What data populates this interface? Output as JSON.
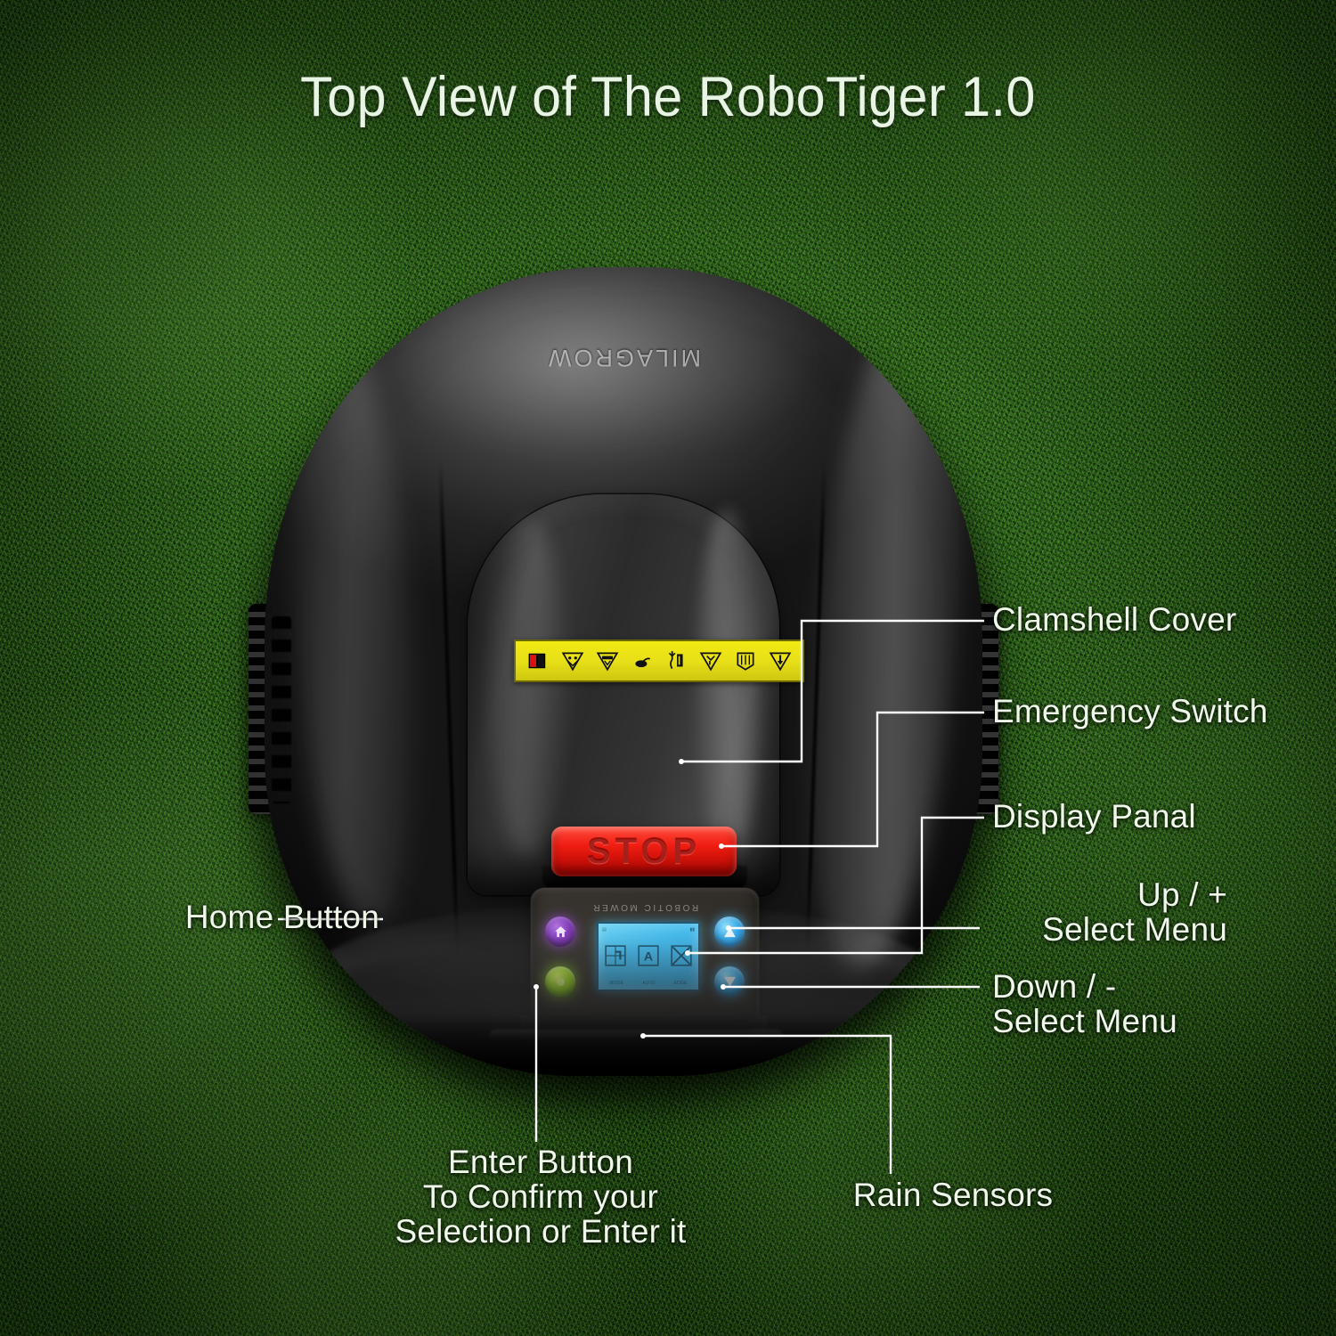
{
  "title": "Top View of The RoboTiger 1.0",
  "product": {
    "brand_logo": "MILAGROW",
    "stop_button_label": "STOP",
    "panel_header": "ROBOTIC MOWER",
    "lcd": {
      "status_left": "▤",
      "status_right": "▮▮",
      "icons": [
        "plan-map-icon",
        "auto-mode-icon",
        "edge-cut-icon"
      ],
      "item_labels": [
        "MODE",
        "AUTO",
        "EDGE"
      ]
    },
    "buttons": {
      "home": "home-button",
      "enter": "enter-button",
      "up": "up-button",
      "down": "down-button"
    },
    "warning_sticker": {
      "name": "safety-warning-sticker",
      "pictograms": [
        "read-manual-icon",
        "keep-bystanders-away-icon",
        "keep-hands-clear-icon",
        "no-riding-icon",
        "remove-disable-device-icon",
        "sharp-blade-warning-icon",
        "do-not-wash-icon",
        "keep-feet-clear-icon"
      ]
    }
  },
  "callouts": [
    {
      "id": "clamshell-cover",
      "text": "Clamshell Cover"
    },
    {
      "id": "emergency-switch",
      "text": "Emergency Switch"
    },
    {
      "id": "display-panal",
      "text": "Display Panal"
    },
    {
      "id": "up-plus",
      "line1": "Up / +",
      "line2": "Select Menu"
    },
    {
      "id": "down-minus",
      "line1": "Down / -",
      "line2": "Select Menu"
    },
    {
      "id": "home-button",
      "text": "Home Button"
    },
    {
      "id": "rain-sensors",
      "text": "Rain Sensors"
    },
    {
      "id": "enter-button",
      "line1": "Enter Button",
      "line2": "To Confirm your",
      "line3": "Selection or Enter it"
    }
  ],
  "colors": {
    "grass_dark": "#1d3a14",
    "grass_mid": "#2d5420",
    "grass_light": "#3c6b2b",
    "label_text": "#eef7ea",
    "leader_line": "#ffffff",
    "stop_red": "#f01d12",
    "sticker_yellow": "#e8e018",
    "lcd_cyan": "#39b9ef",
    "home_purple": "#7a2fb5",
    "enter_green": "#9ddc18",
    "arrow_blue": "#2ba6ea",
    "shell_dark": "#232323"
  }
}
